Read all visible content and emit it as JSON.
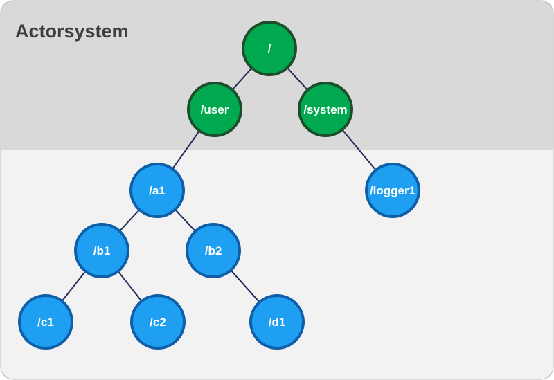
{
  "title": "Actorsystem",
  "colors": {
    "system_region": "#d9d9d9",
    "user_region": "#f2f2f2",
    "border": "#bfbfbf",
    "system_node_fill": "#00a94f",
    "system_node_stroke": "#1e4d2b",
    "user_node_fill": "#1e9ff2",
    "user_node_stroke": "#0f5fa8",
    "edge": "#1f2a5a"
  },
  "nodes": [
    {
      "id": "root",
      "label": "/",
      "kind": "system"
    },
    {
      "id": "user",
      "label": "/user",
      "kind": "system"
    },
    {
      "id": "system",
      "label": "/system",
      "kind": "system"
    },
    {
      "id": "a1",
      "label": "/a1",
      "kind": "user"
    },
    {
      "id": "logger1",
      "label": "/logger1",
      "kind": "user"
    },
    {
      "id": "b1",
      "label": "/b1",
      "kind": "user"
    },
    {
      "id": "b2",
      "label": "/b2",
      "kind": "user"
    },
    {
      "id": "c1",
      "label": "/c1",
      "kind": "user"
    },
    {
      "id": "c2",
      "label": "/c2",
      "kind": "user"
    },
    {
      "id": "d1",
      "label": "/d1",
      "kind": "user"
    }
  ],
  "edges": [
    {
      "from": "root",
      "to": "user"
    },
    {
      "from": "root",
      "to": "system"
    },
    {
      "from": "user",
      "to": "a1"
    },
    {
      "from": "system",
      "to": "logger1"
    },
    {
      "from": "a1",
      "to": "b1"
    },
    {
      "from": "a1",
      "to": "b2"
    },
    {
      "from": "b1",
      "to": "c1"
    },
    {
      "from": "b1",
      "to": "c2"
    },
    {
      "from": "b2",
      "to": "d1"
    }
  ]
}
